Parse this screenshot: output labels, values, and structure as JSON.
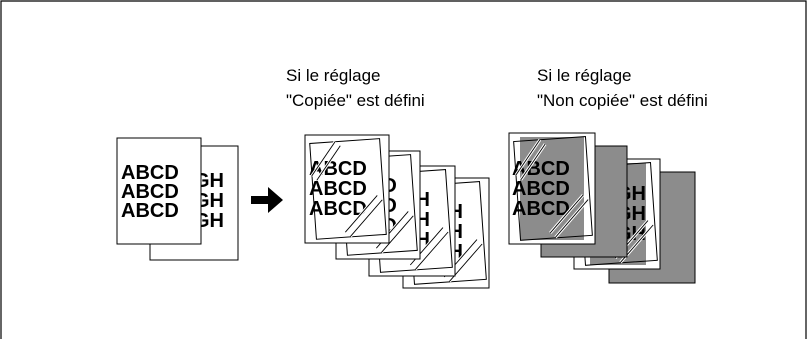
{
  "captions": {
    "copied": {
      "line1": "Si le réglage",
      "line2": "\"Copiée\" est défini"
    },
    "not_copied": {
      "line1": "Si le réglage",
      "line2": "\"Non copiée\" est défini"
    }
  },
  "page_text": {
    "front": "ABCD",
    "back": "GH"
  },
  "colors": {
    "line": "#000000",
    "paper": "#ffffff",
    "gray_fill": "#8c8c8c"
  },
  "icons": {
    "arrow": "right-arrow-icon"
  }
}
